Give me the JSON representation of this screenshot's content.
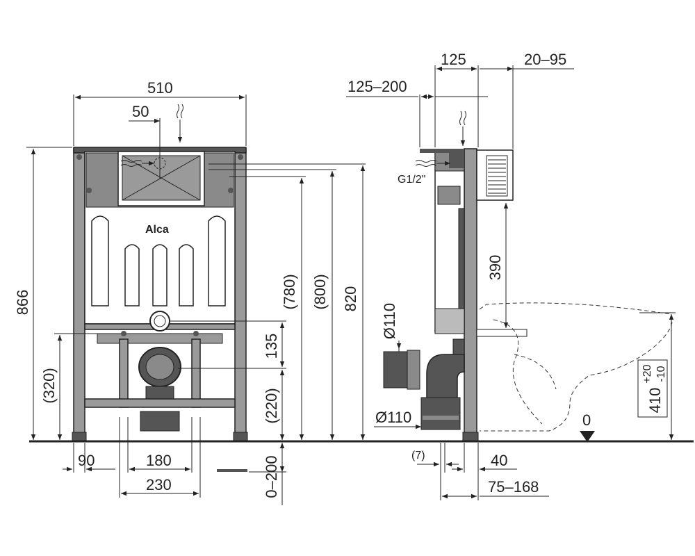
{
  "front_view": {
    "width_top": "510",
    "offset_top": "50",
    "height_total": "866",
    "height_320": "(320)",
    "height_780": "(780)",
    "height_800": "(800)",
    "height_820": "820",
    "height_135": "135",
    "height_220": "(220)",
    "adjust_0_200": "0–200",
    "bottom_90": "90",
    "bottom_180": "180",
    "bottom_230": "230",
    "brand": "Alca"
  },
  "side_view": {
    "depth_125": "125",
    "depth_20_95": "20–95",
    "depth_125_200": "125–200",
    "inlet": "G1/2\"",
    "height_390": "390",
    "pipe_top": "Ø110",
    "pipe_bottom": "Ø110",
    "bottom_7": "(7)",
    "bottom_40": "40",
    "bottom_75_168": "75–168",
    "zero": "0",
    "bowl_height_base": "410",
    "bowl_tol_plus": "+20",
    "bowl_tol_minus": "-10"
  }
}
